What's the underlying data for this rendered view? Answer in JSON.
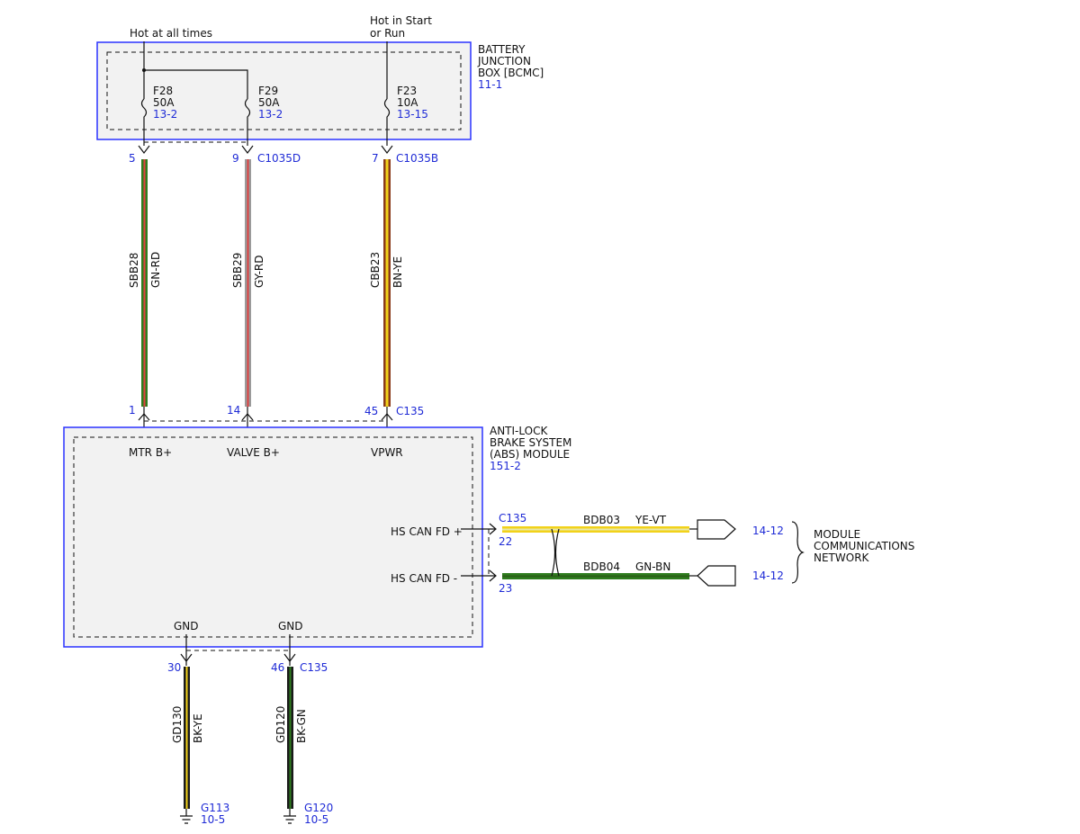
{
  "colors": {
    "box_border": "#2b33ff",
    "box_fill": "#f2f2f2",
    "ref_text": "#1f2bd6",
    "wire_green": "#2e7d1e",
    "wire_red": "#e04040",
    "wire_gray": "#9a9a9a",
    "wire_brown": "#8b3a1a",
    "wire_yellow": "#f2d21a",
    "wire_violet": "#e8e8a8",
    "wire_black": "#1a1a1a"
  },
  "power": {
    "hot_all_times": "Hot at all times",
    "hot_start_run_l1": "Hot in Start",
    "hot_start_run_l2": "or Run"
  },
  "bjb": {
    "name_l1": "BATTERY",
    "name_l2": "JUNCTION",
    "name_l3": "BOX [BCMC]",
    "ref": "11-1",
    "fuses": [
      {
        "id": "F28",
        "rating": "50A",
        "ref": "13-2"
      },
      {
        "id": "F29",
        "rating": "50A",
        "ref": "13-2"
      },
      {
        "id": "F23",
        "rating": "10A",
        "ref": "13-15"
      }
    ],
    "connector_d": "C1035D",
    "connector_b": "C1035B"
  },
  "wires_top": [
    {
      "pin_top": "5",
      "circuit": "SBB28",
      "color": "GN-RD",
      "pin_bottom": "1"
    },
    {
      "pin_top": "9",
      "circuit": "SBB29",
      "color": "GY-RD",
      "pin_bottom": "14"
    },
    {
      "pin_top": "7",
      "circuit": "CBB23",
      "color": "BN-YE",
      "pin_bottom": "45"
    }
  ],
  "abs": {
    "name_l1": "ANTI-LOCK",
    "name_l2": "BRAKE SYSTEM",
    "name_l3": "(ABS) MODULE",
    "ref": "151-2",
    "connector": "C135",
    "pins": {
      "mtr": "MTR B+",
      "valve": "VALVE B+",
      "vpwr": "VPWR",
      "can_plus": "HS CAN FD +",
      "can_minus": "HS CAN FD -",
      "gnd1": "GND",
      "gnd2": "GND"
    }
  },
  "can": {
    "connector": "C135",
    "plus": {
      "pin": "22",
      "circuit": "BDB03",
      "color": "YE-VT",
      "ref": "14-12"
    },
    "minus": {
      "pin": "23",
      "circuit": "BDB04",
      "color": "GN-BN",
      "ref": "14-12"
    },
    "network_l1": "MODULE",
    "network_l2": "COMMUNICATIONS",
    "network_l3": "NETWORK"
  },
  "grounds": {
    "connector": "C135",
    "wires": [
      {
        "pin": "30",
        "circuit": "GD130",
        "color": "BK-YE",
        "ground": "G113",
        "ref": "10-5"
      },
      {
        "pin": "46",
        "circuit": "GD120",
        "color": "BK-GN",
        "ground": "G120",
        "ref": "10-5"
      }
    ]
  }
}
